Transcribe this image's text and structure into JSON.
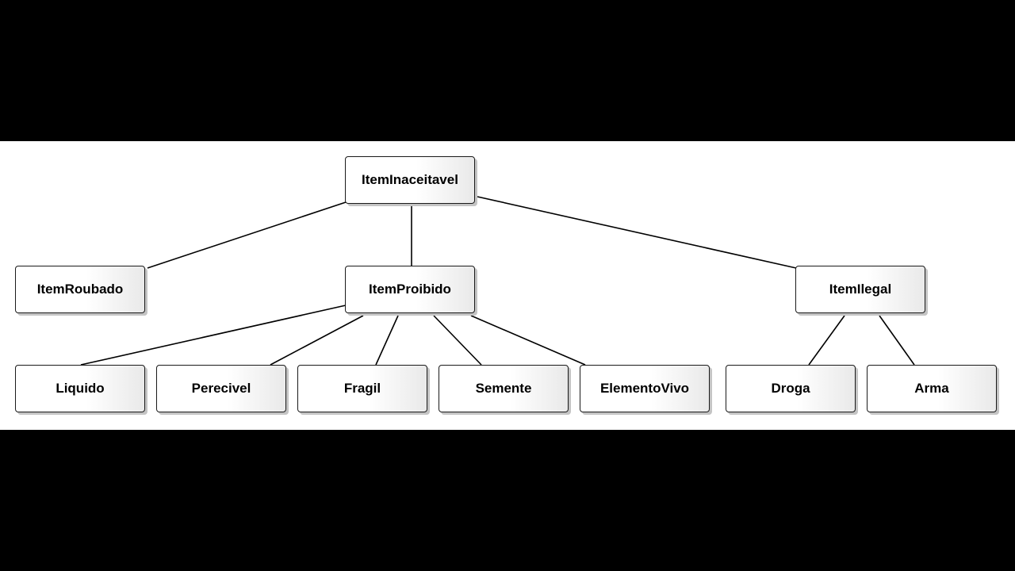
{
  "diagram": {
    "nodes": {
      "root": "ItemInaceitavel",
      "roubado": "ItemRoubado",
      "proibido": "ItemProibido",
      "ilegal": "ItemIlegal",
      "liquido": "Liquido",
      "perecivel": "Perecivel",
      "fragil": "Fragil",
      "semente": "Semente",
      "elementovivo": "ElementoVivo",
      "droga": "Droga",
      "arma": "Arma"
    },
    "edges": [
      [
        "root",
        "roubado"
      ],
      [
        "root",
        "proibido"
      ],
      [
        "root",
        "ilegal"
      ],
      [
        "proibido",
        "liquido"
      ],
      [
        "proibido",
        "perecivel"
      ],
      [
        "proibido",
        "fragil"
      ],
      [
        "proibido",
        "semente"
      ],
      [
        "proibido",
        "elementovivo"
      ],
      [
        "ilegal",
        "droga"
      ],
      [
        "ilegal",
        "arma"
      ]
    ]
  }
}
